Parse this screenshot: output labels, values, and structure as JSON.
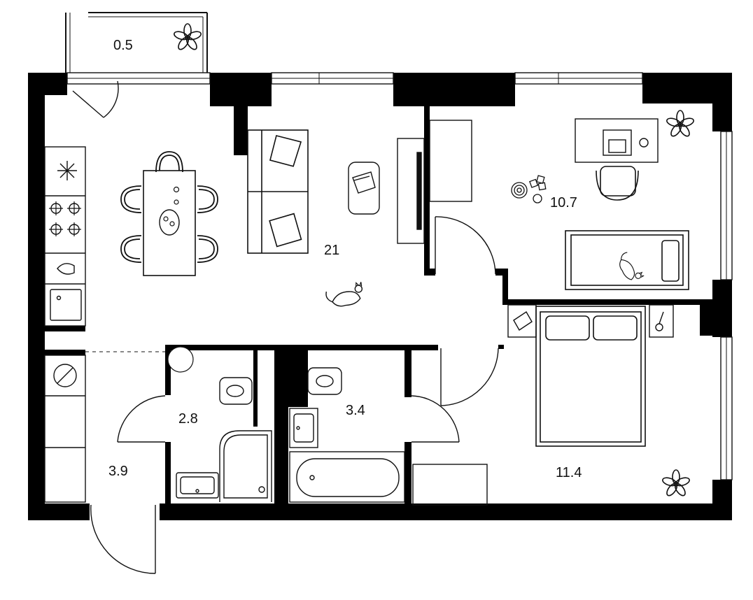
{
  "plan": {
    "rooms": [
      {
        "id": "balcony",
        "area": "0.5"
      },
      {
        "id": "living-kitchen",
        "area": "21"
      },
      {
        "id": "bedroom-small",
        "area": "10.7"
      },
      {
        "id": "bathroom-small",
        "area": "2.8"
      },
      {
        "id": "bathroom-large",
        "area": "3.4"
      },
      {
        "id": "hallway",
        "area": "3.9"
      },
      {
        "id": "bedroom-large",
        "area": "11.4"
      }
    ],
    "colors": {
      "wall": "#000000",
      "line": "#1a1a1a",
      "background": "#ffffff"
    },
    "furniture_icons": [
      "fridge-icon",
      "stove-icon",
      "sink-icon",
      "dining-table-icon",
      "sofa-icon",
      "coffee-table-icon",
      "tv-cabinet-icon",
      "desk-icon",
      "office-chair-icon",
      "single-bed-icon",
      "double-bed-icon",
      "toilet-icon",
      "bathtub-icon",
      "shower-icon",
      "plant-icon",
      "cat-icon",
      "washing-machine-icon",
      "toy-blocks-icon",
      "wardrobe-icon"
    ]
  }
}
